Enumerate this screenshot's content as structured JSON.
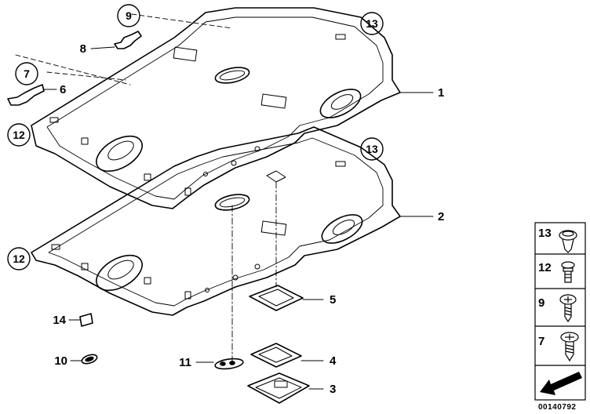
{
  "callouts": {
    "c1": "1",
    "c2": "2",
    "c3": "3",
    "c4": "4",
    "c5": "5",
    "c6": "6",
    "c7": "7",
    "c8": "8",
    "c9": "9",
    "c10": "10",
    "c11": "11",
    "c12a": "12",
    "c12b": "12",
    "c13a": "13",
    "c13b": "13",
    "c14": "14"
  },
  "legend": {
    "items": [
      {
        "num": "13",
        "icon": "push-clip-icon"
      },
      {
        "num": "12",
        "icon": "plastic-rivet-icon"
      },
      {
        "num": "9",
        "icon": "screw-icon"
      },
      {
        "num": "7",
        "icon": "self-tapping-screw-icon"
      }
    ]
  },
  "diagram_id": "00140792"
}
